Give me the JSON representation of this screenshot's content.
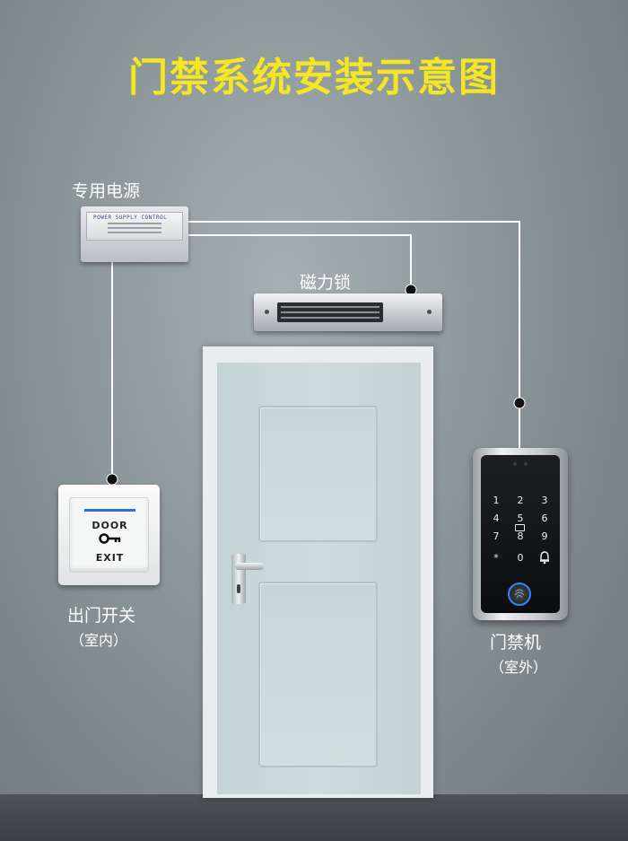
{
  "title": "门禁系统安装示意图",
  "labels": {
    "power": "专用电源",
    "maglock": "磁力锁",
    "exit_button": "出门开关",
    "exit_button_note": "（室内）",
    "controller": "门禁机",
    "controller_note": "（室外）"
  },
  "power_supply": {
    "plate_text": "POWER SUPPLY CONTROL"
  },
  "exit_switch": {
    "line1": "DOOR",
    "key_icon": "key-icon",
    "line2": "EXIT",
    "stripe_color": "#2a6fd6"
  },
  "keypad": {
    "keys": [
      "1",
      "2",
      "3",
      "4",
      "5",
      "6",
      "7",
      "8",
      "9",
      "*",
      "0",
      "bell"
    ],
    "bell_icon": "bell-icon",
    "fingerprint_icon": "fingerprint-icon",
    "ring_color": "#2f8af0"
  },
  "colors": {
    "title": "#f4e623",
    "wire": "#ffffff",
    "node": "#111111"
  }
}
